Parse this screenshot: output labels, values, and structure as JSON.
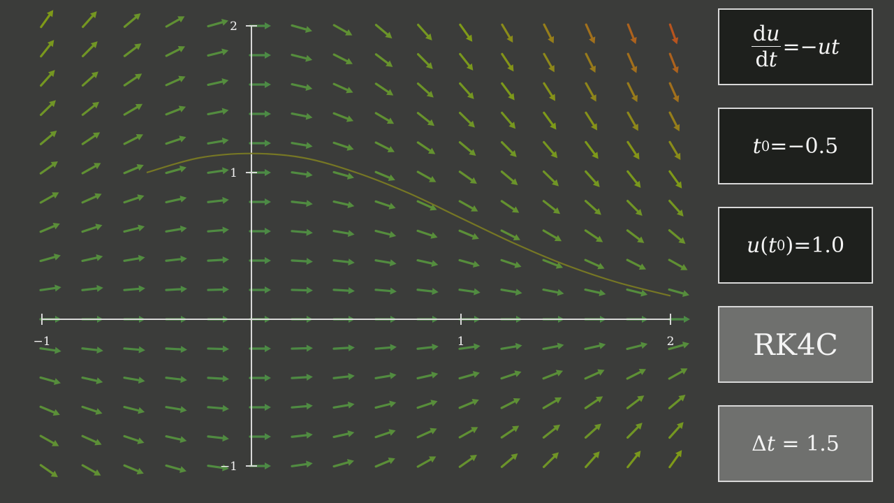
{
  "panels": {
    "equation": {
      "lhs_num_d": "d",
      "lhs_num_var": "u",
      "lhs_den_d": "d",
      "lhs_den_var": "t",
      "eq_sign": "=",
      "rhs": "−ut"
    },
    "t0": {
      "var": "t",
      "sub": "0",
      "eq_sign": "=",
      "value": "−0.5"
    },
    "u_t0": {
      "fn": "u",
      "open": "(",
      "var": "t",
      "sub": "0",
      "close": ")",
      "eq_sign": "=",
      "value": "1.0"
    },
    "method": {
      "label": "RK4C"
    },
    "dt": {
      "delta": "Δ",
      "var": "t",
      "eq_sign": " = ",
      "value": "1.5"
    }
  },
  "colors": {
    "background": "#3b3c3a",
    "axis": "#d8d8d8",
    "arrow_low": "#4c8a45",
    "arrow_mid": "#7f9a18",
    "arrow_high": "#b8541e",
    "solution_curve": "#7d7d22",
    "panel_dark": "#1e201d",
    "panel_light": "#6f706e"
  },
  "chart_data": {
    "type": "line",
    "title": "",
    "xlabel": "",
    "ylabel": "",
    "xlim": [
      -1,
      2
    ],
    "ylim": [
      -1,
      2
    ],
    "x_ticks": [
      -1,
      1,
      2
    ],
    "x_tick_labels": [
      "−1",
      "1",
      "2"
    ],
    "y_ticks": [
      2,
      1,
      -1
    ],
    "y_tick_labels": [
      "2",
      "1",
      "−1"
    ],
    "grid": false,
    "vector_field": {
      "equation": "du/dt = -u*t",
      "t_values": [
        -1,
        -0.8,
        -0.6,
        -0.4,
        -0.2,
        0,
        0.2,
        0.4,
        0.6,
        0.8,
        1.0,
        1.2,
        1.4,
        1.6,
        1.8,
        2.0
      ],
      "u_values": [
        2,
        1.8,
        1.6,
        1.4,
        1.2,
        1.0,
        0.8,
        0.6,
        0.4,
        0.2,
        0,
        -0.2,
        -0.4,
        -0.6,
        -0.8,
        -1.0
      ]
    },
    "series": [
      {
        "x": [
          -0.5,
          -0.25,
          0,
          0.25,
          0.5,
          0.75,
          1.0,
          1.25,
          1.5,
          1.75,
          2.0
        ],
        "y": [
          1.0,
          1.1,
          1.13,
          1.1,
          1.0,
          0.86,
          0.69,
          0.52,
          0.37,
          0.25,
          0.16
        ]
      }
    ]
  }
}
